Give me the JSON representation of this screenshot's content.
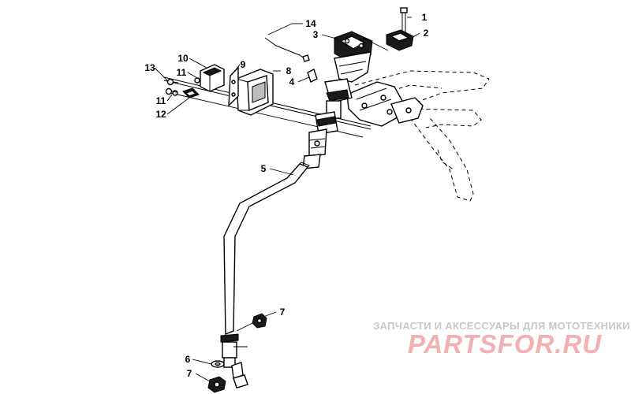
{
  "callouts": [
    {
      "id": "c1",
      "label": "1"
    },
    {
      "id": "c2",
      "label": "2"
    },
    {
      "id": "c3",
      "label": "3"
    },
    {
      "id": "c4",
      "label": "4"
    },
    {
      "id": "c5",
      "label": "5"
    },
    {
      "id": "c6",
      "label": "6"
    },
    {
      "id": "c7a",
      "label": "7"
    },
    {
      "id": "c7b",
      "label": "7"
    },
    {
      "id": "c8",
      "label": "8"
    },
    {
      "id": "c9",
      "label": "9"
    },
    {
      "id": "c10",
      "label": "10"
    },
    {
      "id": "c11a",
      "label": "11"
    },
    {
      "id": "c11b",
      "label": "11"
    },
    {
      "id": "c12",
      "label": "12"
    },
    {
      "id": "c13",
      "label": "13"
    },
    {
      "id": "c14",
      "label": "14"
    }
  ],
  "watermark": {
    "tagline": "ЗАПЧАСТИ И АКСЕССУАРЫ ДЛЯ МОТОТЕХНИКИ",
    "logo": "PARTSFOR.RU"
  },
  "colors": {
    "line": "#000000",
    "watermark_logo": "#f2b0b0",
    "watermark_tagline": "#c8c8c8"
  }
}
